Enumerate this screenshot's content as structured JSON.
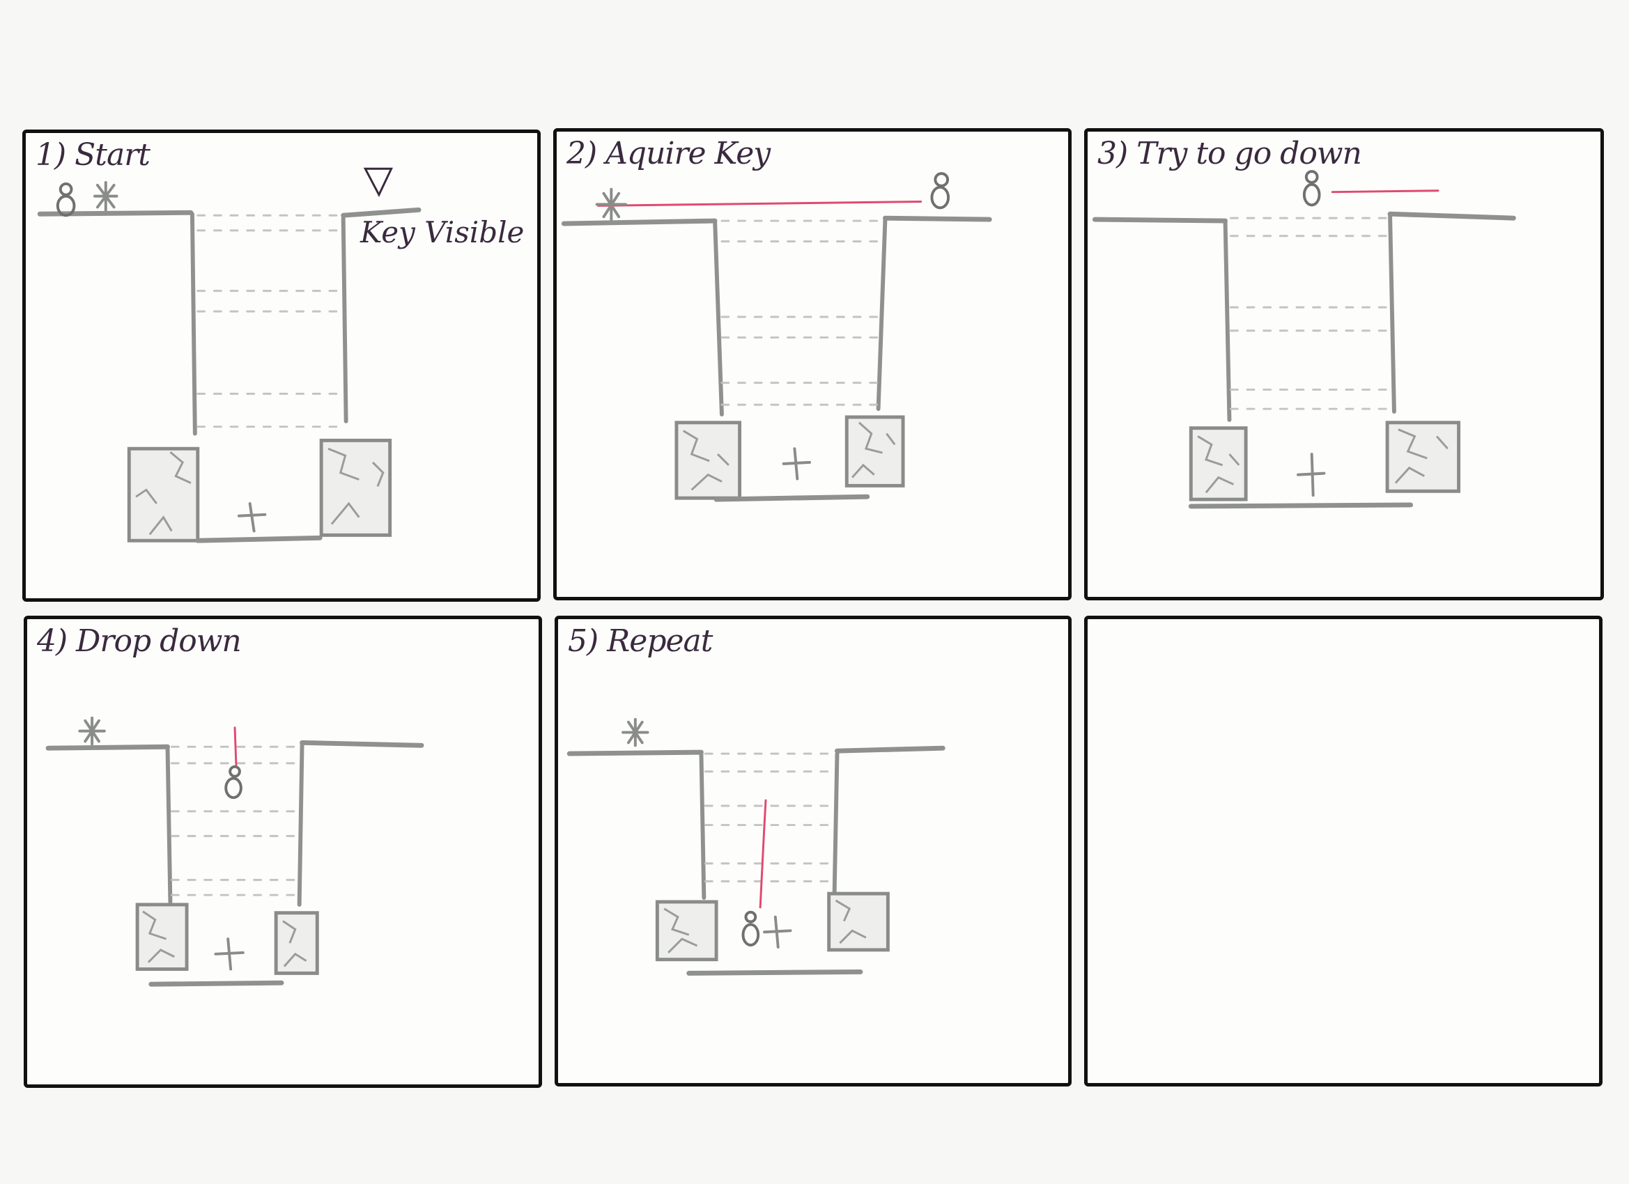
{
  "panels": [
    {
      "caption": "1) Start",
      "note": "Key Visible"
    },
    {
      "caption": "2) Aquire Key"
    },
    {
      "caption": "3) Try to go down"
    },
    {
      "caption": "4) Drop down"
    },
    {
      "caption": "5) Repeat"
    },
    {
      "caption": ""
    }
  ]
}
